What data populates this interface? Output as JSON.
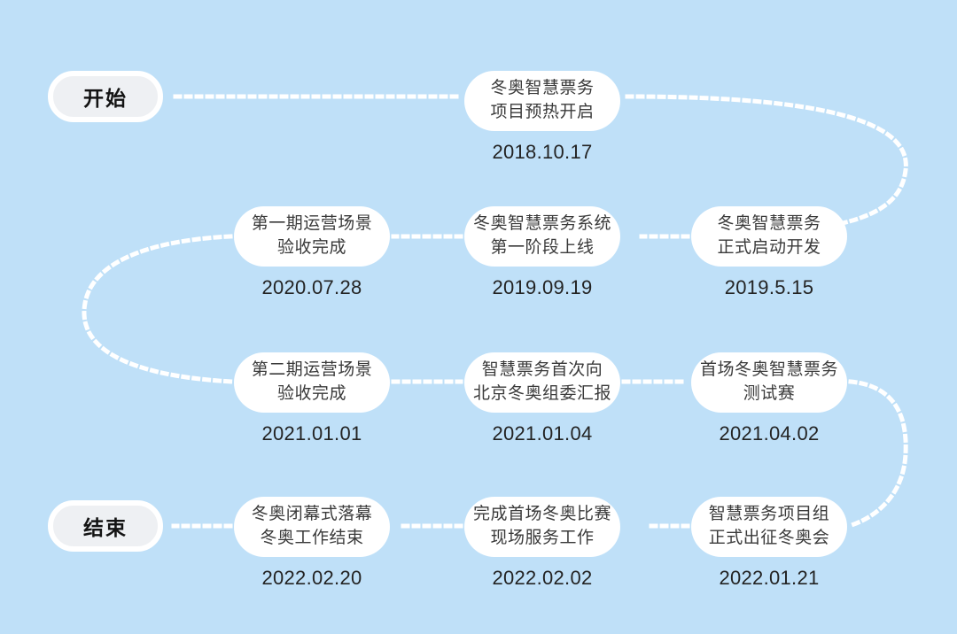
{
  "diagram": {
    "type": "serpentine-timeline",
    "background_color": "#bfe0f8",
    "node_color": "#ffffff",
    "terminal_color": "#eef0f3",
    "connector_color": "#ffffff",
    "connector_style": "dotted"
  },
  "terminals": {
    "start_label": "开始",
    "end_label": "结束"
  },
  "events": [
    {
      "line1": "冬奥智慧票务",
      "line2": "项目预热开启",
      "date": "2018.10.17"
    },
    {
      "line1": "冬奥智慧票务",
      "line2": "正式启动开发",
      "date": "2019.5.15"
    },
    {
      "line1": "冬奥智慧票务系统",
      "line2": "第一阶段上线",
      "date": "2019.09.19"
    },
    {
      "line1": "第一期运营场景",
      "line2": "验收完成",
      "date": "2020.07.28"
    },
    {
      "line1": "第二期运营场景",
      "line2": "验收完成",
      "date": "2021.01.01"
    },
    {
      "line1": "智慧票务首次向",
      "line2": "北京冬奥组委汇报",
      "date": "2021.01.04"
    },
    {
      "line1": "首场冬奥智慧票务",
      "line2": "测试赛",
      "date": "2021.04.02"
    },
    {
      "line1": "智慧票务项目组",
      "line2": "正式出征冬奥会",
      "date": "2022.01.21"
    },
    {
      "line1": "完成首场冬奥比赛",
      "line2": "现场服务工作",
      "date": "2022.02.02"
    },
    {
      "line1": "冬奥闭幕式落幕",
      "line2": "冬奥工作结束",
      "date": "2022.02.20"
    }
  ]
}
